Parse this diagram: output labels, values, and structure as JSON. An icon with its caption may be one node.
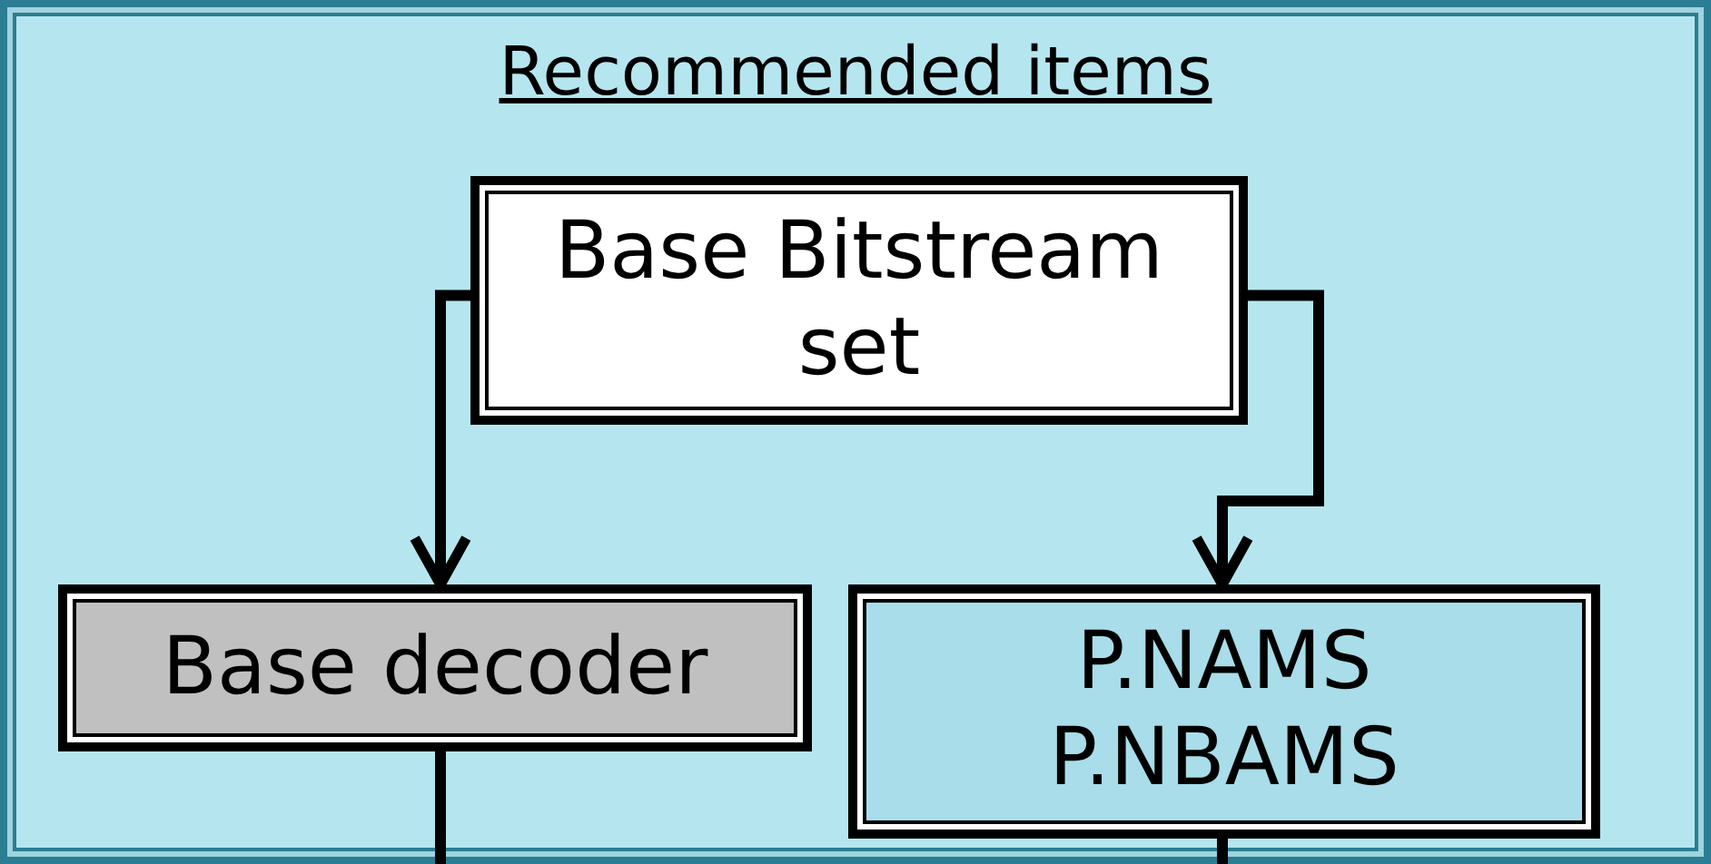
{
  "diagram": {
    "nodes": [
      {
        "text": [
          "Recommended items"
        ]
      },
      {
        "text": [
          "Base Bitstream set"
        ],
        "in": 0
      },
      {
        "text": [
          "Base decoder"
        ],
        "in": 0
      },
      {
        "text": [
          "P.NAMS P.NBAMS"
        ],
        "in": 0
      }
    ],
    "edges": [
      {
        "from": 1,
        "to": 2,
        "arrow": "to"
      },
      {
        "from": 1,
        "to": 3,
        "arrow": "to"
      },
      {
        "from": 2,
        "to": null,
        "arrow": "none"
      },
      {
        "from": 3,
        "to": null,
        "arrow": "none"
      }
    ]
  }
}
